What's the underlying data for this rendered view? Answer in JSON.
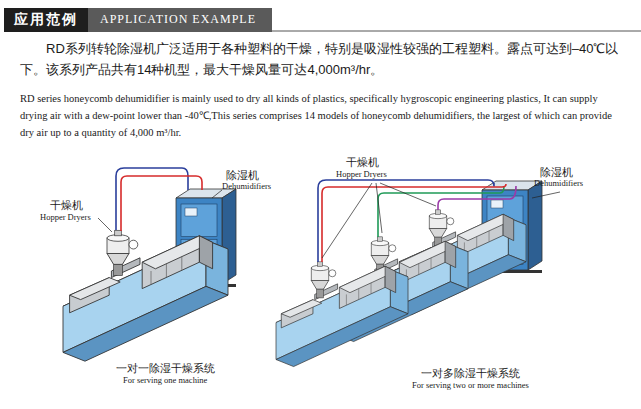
{
  "diagram": {
    "nodes": [
      {
        "text": [
          "应用范例",
          "APPLICATION EXAMPLE"
        ]
      }
    ],
    "labels": [
      "RD系列转轮除湿机广泛适用于各种塑料的干燥，特别是吸湿性较强的工程塑料。露点可达到–40℃以下。该系列产品共有14种机型，最大干燥风量可达4,000m³/hr。",
      "RD series honeycomb dehumidifier is mainly used to dry all kinds of plastics, specifically hygroscopic engineering plastics, It can supply drying air with a dew-point lower than -40℃,This series comprises 14 models of honeycomb dehumidifiers, the largest of which can provide dry air up to a quantity of 4,000 m³/hr.",
      "干燥机",
      "Hopper Dryers",
      "除湿机",
      "Dehumidifiers",
      "一对一除湿干燥系统",
      "For serving one machine",
      "干燥机",
      "Hopper Dryers",
      "除湿机",
      "Dehumidifiers",
      "一对多除湿干燥系统",
      "For serving two or more machines"
    ]
  }
}
